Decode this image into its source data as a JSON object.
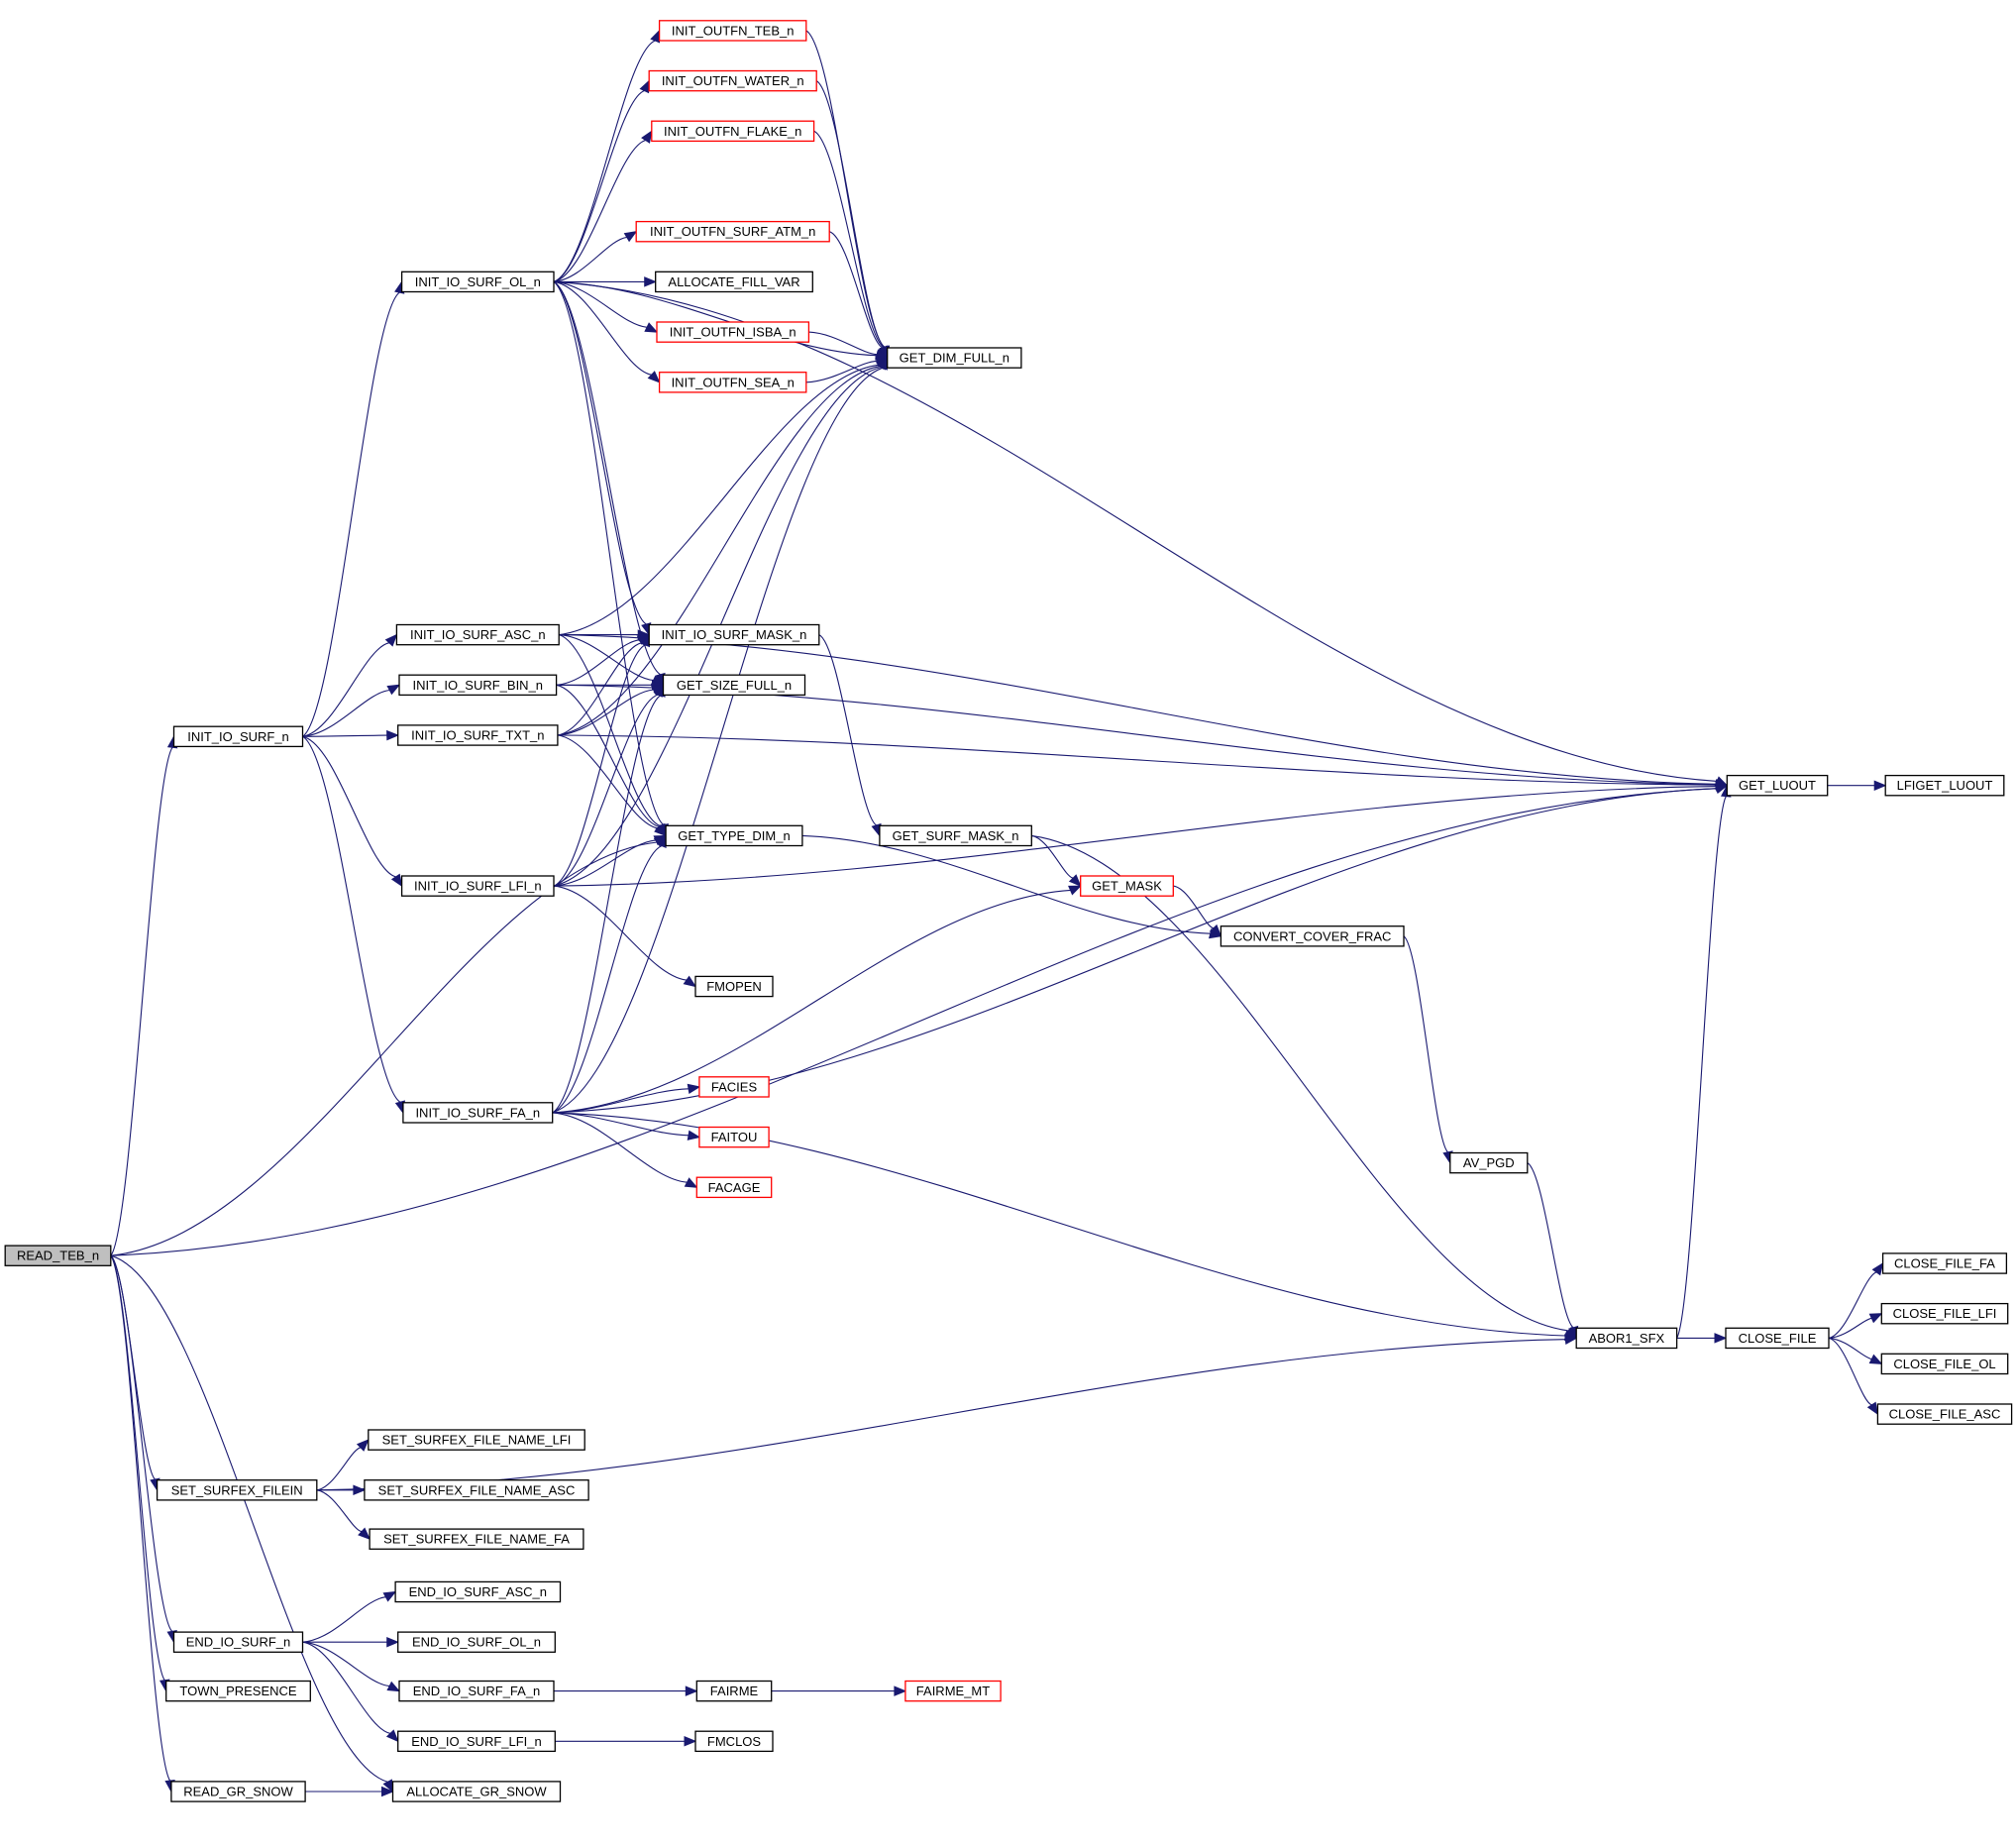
{
  "colors": {
    "edge": "#191970",
    "node_border_normal": "#000000",
    "node_border_truncated": "#ff0000",
    "node_fill": "#ffffff",
    "root_fill": "#bfbfbf"
  },
  "graph": {
    "root": "READ_TEB_n",
    "nodes": [
      {
        "id": "READ_TEB_n",
        "label": "READ_TEB_n",
        "style": "root"
      },
      {
        "id": "INIT_IO_SURF_n",
        "label": "INIT_IO_SURF_n",
        "style": "normal"
      },
      {
        "id": "SET_SURFEX_FILEIN",
        "label": "SET_SURFEX_FILEIN",
        "style": "normal"
      },
      {
        "id": "END_IO_SURF_n",
        "label": "END_IO_SURF_n",
        "style": "normal"
      },
      {
        "id": "TOWN_PRESENCE",
        "label": "TOWN_PRESENCE",
        "style": "normal"
      },
      {
        "id": "READ_GR_SNOW",
        "label": "READ_GR_SNOW",
        "style": "normal"
      },
      {
        "id": "INIT_IO_SURF_OL_n",
        "label": "INIT_IO_SURF_OL_n",
        "style": "normal"
      },
      {
        "id": "INIT_IO_SURF_ASC_n",
        "label": "INIT_IO_SURF_ASC_n",
        "style": "normal"
      },
      {
        "id": "INIT_IO_SURF_BIN_n",
        "label": "INIT_IO_SURF_BIN_n",
        "style": "normal"
      },
      {
        "id": "INIT_IO_SURF_TXT_n",
        "label": "INIT_IO_SURF_TXT_n",
        "style": "normal"
      },
      {
        "id": "INIT_IO_SURF_LFI_n",
        "label": "INIT_IO_SURF_LFI_n",
        "style": "normal"
      },
      {
        "id": "INIT_IO_SURF_FA_n",
        "label": "INIT_IO_SURF_FA_n",
        "style": "normal"
      },
      {
        "id": "SET_SURFEX_FILE_NAME_LFI",
        "label": "SET_SURFEX_FILE_NAME_LFI",
        "style": "normal"
      },
      {
        "id": "SET_SURFEX_FILE_NAME_ASC",
        "label": "SET_SURFEX_FILE_NAME_ASC",
        "style": "normal"
      },
      {
        "id": "SET_SURFEX_FILE_NAME_FA",
        "label": "SET_SURFEX_FILE_NAME_FA",
        "style": "normal"
      },
      {
        "id": "END_IO_SURF_ASC_n",
        "label": "END_IO_SURF_ASC_n",
        "style": "normal"
      },
      {
        "id": "END_IO_SURF_OL_n",
        "label": "END_IO_SURF_OL_n",
        "style": "normal"
      },
      {
        "id": "END_IO_SURF_FA_n",
        "label": "END_IO_SURF_FA_n",
        "style": "normal"
      },
      {
        "id": "END_IO_SURF_LFI_n",
        "label": "END_IO_SURF_LFI_n",
        "style": "normal"
      },
      {
        "id": "ALLOCATE_GR_SNOW",
        "label": "ALLOCATE_GR_SNOW",
        "style": "normal"
      },
      {
        "id": "INIT_OUTFN_TEB_n",
        "label": "INIT_OUTFN_TEB_n",
        "style": "truncated"
      },
      {
        "id": "INIT_OUTFN_WATER_n",
        "label": "INIT_OUTFN_WATER_n",
        "style": "truncated"
      },
      {
        "id": "INIT_OUTFN_FLAKE_n",
        "label": "INIT_OUTFN_FLAKE_n",
        "style": "truncated"
      },
      {
        "id": "INIT_OUTFN_SURF_ATM_n",
        "label": "INIT_OUTFN_SURF_ATM_n",
        "style": "truncated"
      },
      {
        "id": "ALLOCATE_FILL_VAR",
        "label": "ALLOCATE_FILL_VAR",
        "style": "normal"
      },
      {
        "id": "INIT_OUTFN_ISBA_n",
        "label": "INIT_OUTFN_ISBA_n",
        "style": "truncated"
      },
      {
        "id": "INIT_OUTFN_SEA_n",
        "label": "INIT_OUTFN_SEA_n",
        "style": "truncated"
      },
      {
        "id": "INIT_IO_SURF_MASK_n",
        "label": "INIT_IO_SURF_MASK_n",
        "style": "normal"
      },
      {
        "id": "GET_SIZE_FULL_n",
        "label": "GET_SIZE_FULL_n",
        "style": "normal"
      },
      {
        "id": "GET_TYPE_DIM_n",
        "label": "GET_TYPE_DIM_n",
        "style": "normal"
      },
      {
        "id": "FMOPEN",
        "label": "FMOPEN",
        "style": "normal"
      },
      {
        "id": "FACIES",
        "label": "FACIES",
        "style": "truncated"
      },
      {
        "id": "FAITOU",
        "label": "FAITOU",
        "style": "truncated"
      },
      {
        "id": "FACAGE",
        "label": "FACAGE",
        "style": "truncated"
      },
      {
        "id": "FAIRME",
        "label": "FAIRME",
        "style": "normal"
      },
      {
        "id": "FMCLOS",
        "label": "FMCLOS",
        "style": "normal"
      },
      {
        "id": "GET_DIM_FULL_n",
        "label": "GET_DIM_FULL_n",
        "style": "normal"
      },
      {
        "id": "GET_SURF_MASK_n",
        "label": "GET_SURF_MASK_n",
        "style": "normal"
      },
      {
        "id": "FAIRME_MT",
        "label": "FAIRME_MT",
        "style": "truncated"
      },
      {
        "id": "GET_MASK",
        "label": "GET_MASK",
        "style": "truncated"
      },
      {
        "id": "CONVERT_COVER_FRAC",
        "label": "CONVERT_COVER_FRAC",
        "style": "normal"
      },
      {
        "id": "AV_PGD",
        "label": "AV_PGD",
        "style": "normal"
      },
      {
        "id": "ABOR1_SFX",
        "label": "ABOR1_SFX",
        "style": "normal"
      },
      {
        "id": "GET_LUOUT",
        "label": "GET_LUOUT",
        "style": "normal"
      },
      {
        "id": "CLOSE_FILE",
        "label": "CLOSE_FILE",
        "style": "normal"
      },
      {
        "id": "LFIGET_LUOUT",
        "label": "LFIGET_LUOUT",
        "style": "normal"
      },
      {
        "id": "CLOSE_FILE_FA",
        "label": "CLOSE_FILE_FA",
        "style": "normal"
      },
      {
        "id": "CLOSE_FILE_LFI",
        "label": "CLOSE_FILE_LFI",
        "style": "normal"
      },
      {
        "id": "CLOSE_FILE_OL",
        "label": "CLOSE_FILE_OL",
        "style": "normal"
      },
      {
        "id": "CLOSE_FILE_ASC",
        "label": "CLOSE_FILE_ASC",
        "style": "normal"
      }
    ],
    "edges": [
      [
        "READ_TEB_n",
        "INIT_IO_SURF_n"
      ],
      [
        "READ_TEB_n",
        "GET_TYPE_DIM_n"
      ],
      [
        "READ_TEB_n",
        "GET_LUOUT"
      ],
      [
        "READ_TEB_n",
        "SET_SURFEX_FILEIN"
      ],
      [
        "READ_TEB_n",
        "END_IO_SURF_n"
      ],
      [
        "READ_TEB_n",
        "TOWN_PRESENCE"
      ],
      [
        "READ_TEB_n",
        "READ_GR_SNOW"
      ],
      [
        "READ_TEB_n",
        "ALLOCATE_GR_SNOW"
      ],
      [
        "INIT_IO_SURF_n",
        "INIT_IO_SURF_OL_n"
      ],
      [
        "INIT_IO_SURF_n",
        "INIT_IO_SURF_ASC_n"
      ],
      [
        "INIT_IO_SURF_n",
        "INIT_IO_SURF_BIN_n"
      ],
      [
        "INIT_IO_SURF_n",
        "INIT_IO_SURF_TXT_n"
      ],
      [
        "INIT_IO_SURF_n",
        "INIT_IO_SURF_LFI_n"
      ],
      [
        "INIT_IO_SURF_n",
        "INIT_IO_SURF_FA_n"
      ],
      [
        "INIT_IO_SURF_OL_n",
        "INIT_OUTFN_TEB_n"
      ],
      [
        "INIT_IO_SURF_OL_n",
        "INIT_OUTFN_WATER_n"
      ],
      [
        "INIT_IO_SURF_OL_n",
        "INIT_OUTFN_FLAKE_n"
      ],
      [
        "INIT_IO_SURF_OL_n",
        "INIT_OUTFN_SURF_ATM_n"
      ],
      [
        "INIT_IO_SURF_OL_n",
        "ALLOCATE_FILL_VAR"
      ],
      [
        "INIT_IO_SURF_OL_n",
        "INIT_OUTFN_ISBA_n"
      ],
      [
        "INIT_IO_SURF_OL_n",
        "INIT_OUTFN_SEA_n"
      ],
      [
        "INIT_IO_SURF_OL_n",
        "GET_DIM_FULL_n"
      ],
      [
        "INIT_IO_SURF_OL_n",
        "GET_LUOUT"
      ],
      [
        "INIT_IO_SURF_OL_n",
        "INIT_IO_SURF_MASK_n"
      ],
      [
        "INIT_IO_SURF_OL_n",
        "GET_SIZE_FULL_n"
      ],
      [
        "INIT_IO_SURF_OL_n",
        "GET_TYPE_DIM_n"
      ],
      [
        "INIT_OUTFN_TEB_n",
        "GET_DIM_FULL_n"
      ],
      [
        "INIT_OUTFN_WATER_n",
        "GET_DIM_FULL_n"
      ],
      [
        "INIT_OUTFN_FLAKE_n",
        "GET_DIM_FULL_n"
      ],
      [
        "INIT_OUTFN_SURF_ATM_n",
        "GET_DIM_FULL_n"
      ],
      [
        "INIT_OUTFN_ISBA_n",
        "GET_DIM_FULL_n"
      ],
      [
        "INIT_OUTFN_SEA_n",
        "GET_DIM_FULL_n"
      ],
      [
        "INIT_IO_SURF_ASC_n",
        "GET_DIM_FULL_n"
      ],
      [
        "INIT_IO_SURF_ASC_n",
        "GET_LUOUT"
      ],
      [
        "INIT_IO_SURF_ASC_n",
        "INIT_IO_SURF_MASK_n"
      ],
      [
        "INIT_IO_SURF_ASC_n",
        "GET_SIZE_FULL_n"
      ],
      [
        "INIT_IO_SURF_ASC_n",
        "GET_TYPE_DIM_n"
      ],
      [
        "INIT_IO_SURF_BIN_n",
        "GET_LUOUT"
      ],
      [
        "INIT_IO_SURF_BIN_n",
        "INIT_IO_SURF_MASK_n"
      ],
      [
        "INIT_IO_SURF_BIN_n",
        "GET_SIZE_FULL_n"
      ],
      [
        "INIT_IO_SURF_BIN_n",
        "GET_TYPE_DIM_n"
      ],
      [
        "INIT_IO_SURF_TXT_n",
        "GET_DIM_FULL_n"
      ],
      [
        "INIT_IO_SURF_TXT_n",
        "GET_LUOUT"
      ],
      [
        "INIT_IO_SURF_TXT_n",
        "INIT_IO_SURF_MASK_n"
      ],
      [
        "INIT_IO_SURF_TXT_n",
        "GET_SIZE_FULL_n"
      ],
      [
        "INIT_IO_SURF_TXT_n",
        "GET_TYPE_DIM_n"
      ],
      [
        "INIT_IO_SURF_LFI_n",
        "GET_DIM_FULL_n"
      ],
      [
        "INIT_IO_SURF_LFI_n",
        "GET_LUOUT"
      ],
      [
        "INIT_IO_SURF_LFI_n",
        "INIT_IO_SURF_MASK_n"
      ],
      [
        "INIT_IO_SURF_LFI_n",
        "GET_SIZE_FULL_n"
      ],
      [
        "INIT_IO_SURF_LFI_n",
        "GET_TYPE_DIM_n"
      ],
      [
        "INIT_IO_SURF_LFI_n",
        "FMOPEN"
      ],
      [
        "INIT_IO_SURF_FA_n",
        "GET_DIM_FULL_n"
      ],
      [
        "INIT_IO_SURF_FA_n",
        "GET_LUOUT"
      ],
      [
        "INIT_IO_SURF_FA_n",
        "GET_SIZE_FULL_n"
      ],
      [
        "INIT_IO_SURF_FA_n",
        "GET_TYPE_DIM_n"
      ],
      [
        "INIT_IO_SURF_FA_n",
        "FACIES"
      ],
      [
        "INIT_IO_SURF_FA_n",
        "FAITOU"
      ],
      [
        "INIT_IO_SURF_FA_n",
        "FACAGE"
      ],
      [
        "INIT_IO_SURF_FA_n",
        "GET_MASK"
      ],
      [
        "INIT_IO_SURF_FA_n",
        "ABOR1_SFX"
      ],
      [
        "INIT_IO_SURF_MASK_n",
        "GET_SURF_MASK_n"
      ],
      [
        "GET_TYPE_DIM_n",
        "CONVERT_COVER_FRAC"
      ],
      [
        "GET_SURF_MASK_n",
        "GET_MASK"
      ],
      [
        "GET_SURF_MASK_n",
        "ABOR1_SFX"
      ],
      [
        "GET_MASK",
        "CONVERT_COVER_FRAC"
      ],
      [
        "CONVERT_COVER_FRAC",
        "AV_PGD"
      ],
      [
        "AV_PGD",
        "ABOR1_SFX"
      ],
      [
        "ABOR1_SFX",
        "GET_LUOUT"
      ],
      [
        "ABOR1_SFX",
        "CLOSE_FILE"
      ],
      [
        "GET_LUOUT",
        "LFIGET_LUOUT"
      ],
      [
        "CLOSE_FILE",
        "CLOSE_FILE_FA"
      ],
      [
        "CLOSE_FILE",
        "CLOSE_FILE_LFI"
      ],
      [
        "CLOSE_FILE",
        "CLOSE_FILE_OL"
      ],
      [
        "CLOSE_FILE",
        "CLOSE_FILE_ASC"
      ],
      [
        "SET_SURFEX_FILEIN",
        "ABOR1_SFX"
      ],
      [
        "SET_SURFEX_FILEIN",
        "SET_SURFEX_FILE_NAME_LFI"
      ],
      [
        "SET_SURFEX_FILEIN",
        "SET_SURFEX_FILE_NAME_ASC"
      ],
      [
        "SET_SURFEX_FILEIN",
        "SET_SURFEX_FILE_NAME_FA"
      ],
      [
        "END_IO_SURF_n",
        "END_IO_SURF_ASC_n"
      ],
      [
        "END_IO_SURF_n",
        "END_IO_SURF_OL_n"
      ],
      [
        "END_IO_SURF_n",
        "END_IO_SURF_FA_n"
      ],
      [
        "END_IO_SURF_n",
        "END_IO_SURF_LFI_n"
      ],
      [
        "END_IO_SURF_FA_n",
        "FAIRME"
      ],
      [
        "FAIRME",
        "FAIRME_MT"
      ],
      [
        "END_IO_SURF_LFI_n",
        "FMCLOS"
      ],
      [
        "READ_GR_SNOW",
        "ALLOCATE_GR_SNOW"
      ]
    ]
  }
}
